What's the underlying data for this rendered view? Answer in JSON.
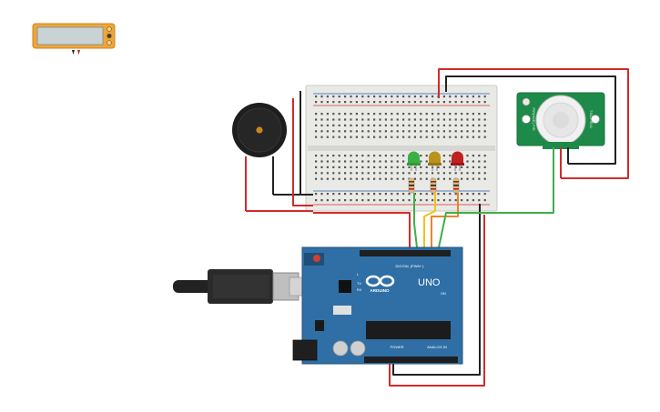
{
  "arduino": {
    "brand": "ARDUINO",
    "model": "UNO",
    "digital_label": "DIGITAL (PWM~)",
    "analog_label": "ANALOG IN",
    "power_label": "POWER",
    "tx_label": "TX",
    "rx_label": "RX",
    "l_label": "L",
    "on_label": "ON"
  },
  "pir_sensor": {
    "label_left": "PIR(NAE) PIR",
    "label_right": "TSS-PIR41"
  },
  "colors": {
    "wire_red": "#d42a2a",
    "wire_black": "#222222",
    "wire_green": "#3fae49",
    "wire_yellow": "#f2c21b",
    "wire_orange": "#e5862c",
    "board_blue": "#2f6fa6",
    "pir_green": "#1e8a4a",
    "led_green": "#3cb043",
    "led_yellow": "#b8941d",
    "led_red": "#c0201e",
    "breadboard": "#e9e9e6",
    "multimeter_frame": "#f0a537"
  },
  "icons": {
    "multimeter": "multimeter-icon",
    "usb_cable": "usb-cable-icon",
    "buzzer": "piezo-buzzer-icon"
  }
}
